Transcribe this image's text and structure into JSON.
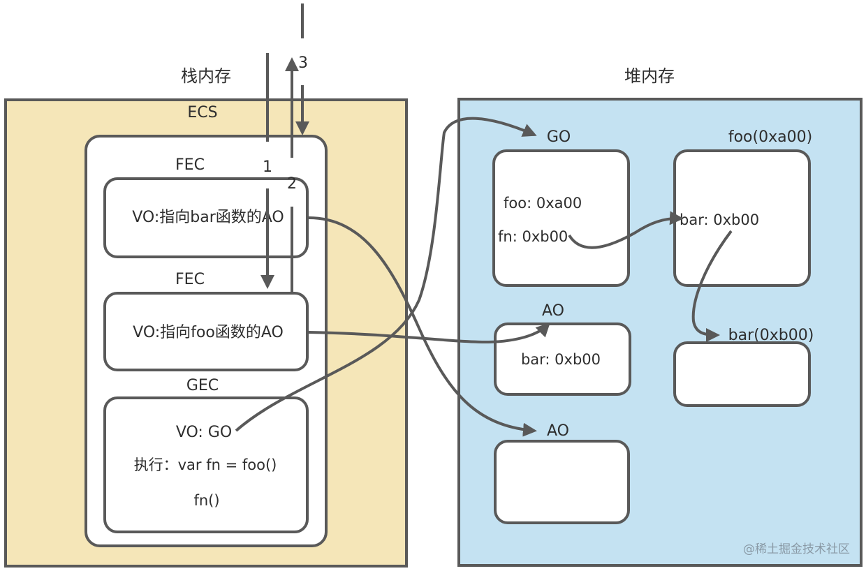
{
  "diagram": {
    "title": "JS execution context stack and heap memory",
    "colors": {
      "stack_bg": "#f5e6b8",
      "heap_bg": "#c4e2f2",
      "stroke": "#595959",
      "box_fill": "#ffffff"
    },
    "stack": {
      "title": "栈内存",
      "container_label": "ECS",
      "frames": [
        {
          "label": "FEC",
          "text": "VO:指向bar函数的AO"
        },
        {
          "label": "FEC",
          "text": "VO:指向foo函数的AO"
        },
        {
          "label": "GEC",
          "lines": [
            "VO: GO",
            "执行：var fn = foo()",
            "fn()"
          ]
        }
      ],
      "step_markers": [
        "1",
        "2",
        "3"
      ]
    },
    "heap": {
      "title": "堆内存",
      "objects": [
        {
          "id": "go",
          "label": "GO",
          "lines": [
            "foo: 0xa00",
            "fn: 0xb00"
          ]
        },
        {
          "id": "foo",
          "label": "foo(0xa00)",
          "lines": [
            "bar: 0xb00"
          ]
        },
        {
          "id": "foo-ao",
          "label": "AO",
          "lines": [
            "bar: 0xb00"
          ]
        },
        {
          "id": "bar",
          "label": "bar(0xb00)",
          "lines": []
        },
        {
          "id": "bar-ao",
          "label": "AO",
          "lines": []
        }
      ]
    },
    "references": [
      {
        "from": "GEC VO: GO",
        "to": "GO"
      },
      {
        "from": "FEC VO:指向foo函数的AO",
        "to": "AO (foo)"
      },
      {
        "from": "FEC VO:指向bar函数的AO",
        "to": "AO (bar)"
      },
      {
        "from": "GO fn: 0xb00",
        "to": "foo(0xa00) bar: 0xb00"
      },
      {
        "from": "foo(0xa00) bar: 0xb00",
        "to": "bar(0xb00)"
      }
    ],
    "watermark": "@稀土掘金技术社区"
  }
}
